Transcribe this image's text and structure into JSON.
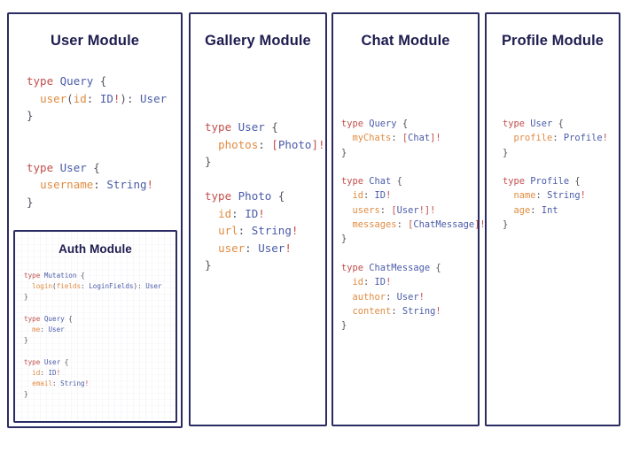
{
  "colors": {
    "panel_border": "#2b2b63",
    "title": "#1e1c4e",
    "keyword": "#c0504d",
    "type_name": "#4a5ba8",
    "field_name": "#e08c42",
    "punctuation": "#53535f",
    "background": "#ffffff"
  },
  "panels": [
    {
      "id": "user",
      "title": "User Module",
      "code_lines": [
        [
          {
            "t": "type ",
            "c": "kw"
          },
          {
            "t": "Query",
            "c": "tname"
          },
          {
            "t": " {",
            "c": "pun"
          }
        ],
        [
          {
            "t": "  ",
            "c": "pun"
          },
          {
            "t": "user",
            "c": "fld"
          },
          {
            "t": "(",
            "c": "pun"
          },
          {
            "t": "id",
            "c": "fld"
          },
          {
            "t": ": ",
            "c": "pun"
          },
          {
            "t": "ID",
            "c": "tname"
          },
          {
            "t": "!",
            "c": "kw"
          },
          {
            "t": ")",
            "c": "pun"
          },
          {
            "t": ": ",
            "c": "pun"
          },
          {
            "t": "User",
            "c": "tname"
          }
        ],
        [
          {
            "t": "}",
            "c": "pun"
          }
        ],
        [
          {
            "t": "",
            "c": "pun"
          }
        ],
        [
          {
            "t": "",
            "c": "pun"
          }
        ],
        [
          {
            "t": "type ",
            "c": "kw"
          },
          {
            "t": "User",
            "c": "tname"
          },
          {
            "t": " {",
            "c": "pun"
          }
        ],
        [
          {
            "t": "  ",
            "c": "pun"
          },
          {
            "t": "username",
            "c": "fld"
          },
          {
            "t": ": ",
            "c": "pun"
          },
          {
            "t": "String",
            "c": "tname"
          },
          {
            "t": "!",
            "c": "kw"
          }
        ],
        [
          {
            "t": "}",
            "c": "pun"
          }
        ]
      ],
      "nested": {
        "id": "auth",
        "title": "Auth Module",
        "code_lines": [
          [
            {
              "t": "type ",
              "c": "kw"
            },
            {
              "t": "Mutation",
              "c": "tname"
            },
            {
              "t": " {",
              "c": "pun"
            }
          ],
          [
            {
              "t": "  ",
              "c": "pun"
            },
            {
              "t": "login",
              "c": "fld"
            },
            {
              "t": "(",
              "c": "pun"
            },
            {
              "t": "fields",
              "c": "fld"
            },
            {
              "t": ": ",
              "c": "pun"
            },
            {
              "t": "LoginFields",
              "c": "tname"
            },
            {
              "t": ")",
              "c": "pun"
            },
            {
              "t": ": ",
              "c": "pun"
            },
            {
              "t": "User",
              "c": "tname"
            }
          ],
          [
            {
              "t": "}",
              "c": "pun"
            }
          ],
          [
            {
              "t": "",
              "c": "pun"
            }
          ],
          [
            {
              "t": "type ",
              "c": "kw"
            },
            {
              "t": "Query",
              "c": "tname"
            },
            {
              "t": " {",
              "c": "pun"
            }
          ],
          [
            {
              "t": "  ",
              "c": "pun"
            },
            {
              "t": "me",
              "c": "fld"
            },
            {
              "t": ": ",
              "c": "pun"
            },
            {
              "t": "User",
              "c": "tname"
            }
          ],
          [
            {
              "t": "}",
              "c": "pun"
            }
          ],
          [
            {
              "t": "",
              "c": "pun"
            }
          ],
          [
            {
              "t": "type ",
              "c": "kw"
            },
            {
              "t": "User",
              "c": "tname"
            },
            {
              "t": " {",
              "c": "pun"
            }
          ],
          [
            {
              "t": "  ",
              "c": "pun"
            },
            {
              "t": "id",
              "c": "fld"
            },
            {
              "t": ": ",
              "c": "pun"
            },
            {
              "t": "ID",
              "c": "tname"
            },
            {
              "t": "!",
              "c": "kw"
            }
          ],
          [
            {
              "t": "  ",
              "c": "pun"
            },
            {
              "t": "email",
              "c": "fld"
            },
            {
              "t": ": ",
              "c": "pun"
            },
            {
              "t": "String",
              "c": "tname"
            },
            {
              "t": "!",
              "c": "kw"
            }
          ],
          [
            {
              "t": "}",
              "c": "pun"
            }
          ]
        ]
      }
    },
    {
      "id": "gallery",
      "title": "Gallery Module",
      "code_lines": [
        [
          {
            "t": "type ",
            "c": "kw"
          },
          {
            "t": "User",
            "c": "tname"
          },
          {
            "t": " {",
            "c": "pun"
          }
        ],
        [
          {
            "t": "  ",
            "c": "pun"
          },
          {
            "t": "photos",
            "c": "fld"
          },
          {
            "t": ": ",
            "c": "pun"
          },
          {
            "t": "[",
            "c": "kw"
          },
          {
            "t": "Photo",
            "c": "tname"
          },
          {
            "t": "]!",
            "c": "kw"
          }
        ],
        [
          {
            "t": "}",
            "c": "pun"
          }
        ],
        [
          {
            "t": "",
            "c": "pun"
          }
        ],
        [
          {
            "t": "type ",
            "c": "kw"
          },
          {
            "t": "Photo",
            "c": "tname"
          },
          {
            "t": " {",
            "c": "pun"
          }
        ],
        [
          {
            "t": "  ",
            "c": "pun"
          },
          {
            "t": "id",
            "c": "fld"
          },
          {
            "t": ": ",
            "c": "pun"
          },
          {
            "t": "ID",
            "c": "tname"
          },
          {
            "t": "!",
            "c": "kw"
          }
        ],
        [
          {
            "t": "  ",
            "c": "pun"
          },
          {
            "t": "url",
            "c": "fld"
          },
          {
            "t": ": ",
            "c": "pun"
          },
          {
            "t": "String",
            "c": "tname"
          },
          {
            "t": "!",
            "c": "kw"
          }
        ],
        [
          {
            "t": "  ",
            "c": "pun"
          },
          {
            "t": "user",
            "c": "fld"
          },
          {
            "t": ": ",
            "c": "pun"
          },
          {
            "t": "User",
            "c": "tname"
          },
          {
            "t": "!",
            "c": "kw"
          }
        ],
        [
          {
            "t": "}",
            "c": "pun"
          }
        ]
      ]
    },
    {
      "id": "chat",
      "title": "Chat Module",
      "code_lines": [
        [
          {
            "t": "type ",
            "c": "kw"
          },
          {
            "t": "Query",
            "c": "tname"
          },
          {
            "t": " {",
            "c": "pun"
          }
        ],
        [
          {
            "t": "  ",
            "c": "pun"
          },
          {
            "t": "myChats",
            "c": "fld"
          },
          {
            "t": ": ",
            "c": "pun"
          },
          {
            "t": "[",
            "c": "kw"
          },
          {
            "t": "Chat",
            "c": "tname"
          },
          {
            "t": "]!",
            "c": "kw"
          }
        ],
        [
          {
            "t": "}",
            "c": "pun"
          }
        ],
        [
          {
            "t": "",
            "c": "pun"
          }
        ],
        [
          {
            "t": "type ",
            "c": "kw"
          },
          {
            "t": "Chat",
            "c": "tname"
          },
          {
            "t": " {",
            "c": "pun"
          }
        ],
        [
          {
            "t": "  ",
            "c": "pun"
          },
          {
            "t": "id",
            "c": "fld"
          },
          {
            "t": ": ",
            "c": "pun"
          },
          {
            "t": "ID",
            "c": "tname"
          },
          {
            "t": "!",
            "c": "kw"
          }
        ],
        [
          {
            "t": "  ",
            "c": "pun"
          },
          {
            "t": "users",
            "c": "fld"
          },
          {
            "t": ": ",
            "c": "pun"
          },
          {
            "t": "[",
            "c": "kw"
          },
          {
            "t": "User",
            "c": "tname"
          },
          {
            "t": "!]!",
            "c": "kw"
          }
        ],
        [
          {
            "t": "  ",
            "c": "pun"
          },
          {
            "t": "messages",
            "c": "fld"
          },
          {
            "t": ": ",
            "c": "pun"
          },
          {
            "t": "[",
            "c": "kw"
          },
          {
            "t": "ChatMessage",
            "c": "tname"
          },
          {
            "t": "]!",
            "c": "kw"
          }
        ],
        [
          {
            "t": "}",
            "c": "pun"
          }
        ],
        [
          {
            "t": "",
            "c": "pun"
          }
        ],
        [
          {
            "t": "type ",
            "c": "kw"
          },
          {
            "t": "ChatMessage",
            "c": "tname"
          },
          {
            "t": " {",
            "c": "pun"
          }
        ],
        [
          {
            "t": "  ",
            "c": "pun"
          },
          {
            "t": "id",
            "c": "fld"
          },
          {
            "t": ": ",
            "c": "pun"
          },
          {
            "t": "ID",
            "c": "tname"
          },
          {
            "t": "!",
            "c": "kw"
          }
        ],
        [
          {
            "t": "  ",
            "c": "pun"
          },
          {
            "t": "author",
            "c": "fld"
          },
          {
            "t": ": ",
            "c": "pun"
          },
          {
            "t": "User",
            "c": "tname"
          },
          {
            "t": "!",
            "c": "kw"
          }
        ],
        [
          {
            "t": "  ",
            "c": "pun"
          },
          {
            "t": "content",
            "c": "fld"
          },
          {
            "t": ": ",
            "c": "pun"
          },
          {
            "t": "String",
            "c": "tname"
          },
          {
            "t": "!",
            "c": "kw"
          }
        ],
        [
          {
            "t": "}",
            "c": "pun"
          }
        ]
      ]
    },
    {
      "id": "profile",
      "title": "Profile Module",
      "code_lines": [
        [
          {
            "t": "type ",
            "c": "kw"
          },
          {
            "t": "User",
            "c": "tname"
          },
          {
            "t": " {",
            "c": "pun"
          }
        ],
        [
          {
            "t": "  ",
            "c": "pun"
          },
          {
            "t": "profile",
            "c": "fld"
          },
          {
            "t": ": ",
            "c": "pun"
          },
          {
            "t": "Profile",
            "c": "tname"
          },
          {
            "t": "!",
            "c": "kw"
          }
        ],
        [
          {
            "t": "}",
            "c": "pun"
          }
        ],
        [
          {
            "t": "",
            "c": "pun"
          }
        ],
        [
          {
            "t": "type ",
            "c": "kw"
          },
          {
            "t": "Profile",
            "c": "tname"
          },
          {
            "t": " {",
            "c": "pun"
          }
        ],
        [
          {
            "t": "  ",
            "c": "pun"
          },
          {
            "t": "name",
            "c": "fld"
          },
          {
            "t": ": ",
            "c": "pun"
          },
          {
            "t": "String",
            "c": "tname"
          },
          {
            "t": "!",
            "c": "kw"
          }
        ],
        [
          {
            "t": "  ",
            "c": "pun"
          },
          {
            "t": "age",
            "c": "fld"
          },
          {
            "t": ": ",
            "c": "pun"
          },
          {
            "t": "Int",
            "c": "tname"
          }
        ],
        [
          {
            "t": "}",
            "c": "pun"
          }
        ]
      ]
    }
  ]
}
